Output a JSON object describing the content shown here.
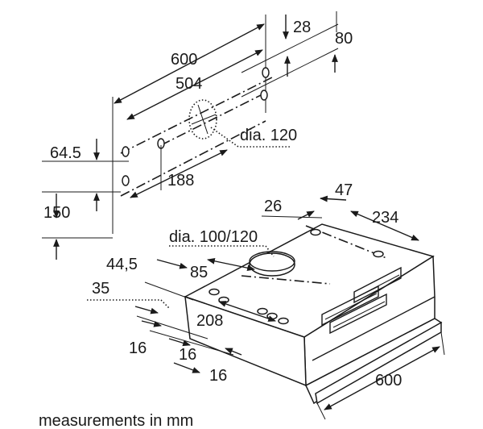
{
  "labels": {
    "w600_top": "600",
    "d504": "504",
    "d28": "28",
    "d80": "80",
    "dia120": "dia. 120",
    "h64_5": "64.5",
    "h150": "150",
    "d188": "188",
    "d26": "26",
    "d47": "47",
    "d234": "234",
    "dia100_120": "dia. 100/120",
    "d44_5": "44,5",
    "d85": "85",
    "d35": "35",
    "d208": "208",
    "d16a": "16",
    "d16b": "16",
    "d16c": "16",
    "w600_bottom": "600"
  },
  "caption": "measurements in mm"
}
